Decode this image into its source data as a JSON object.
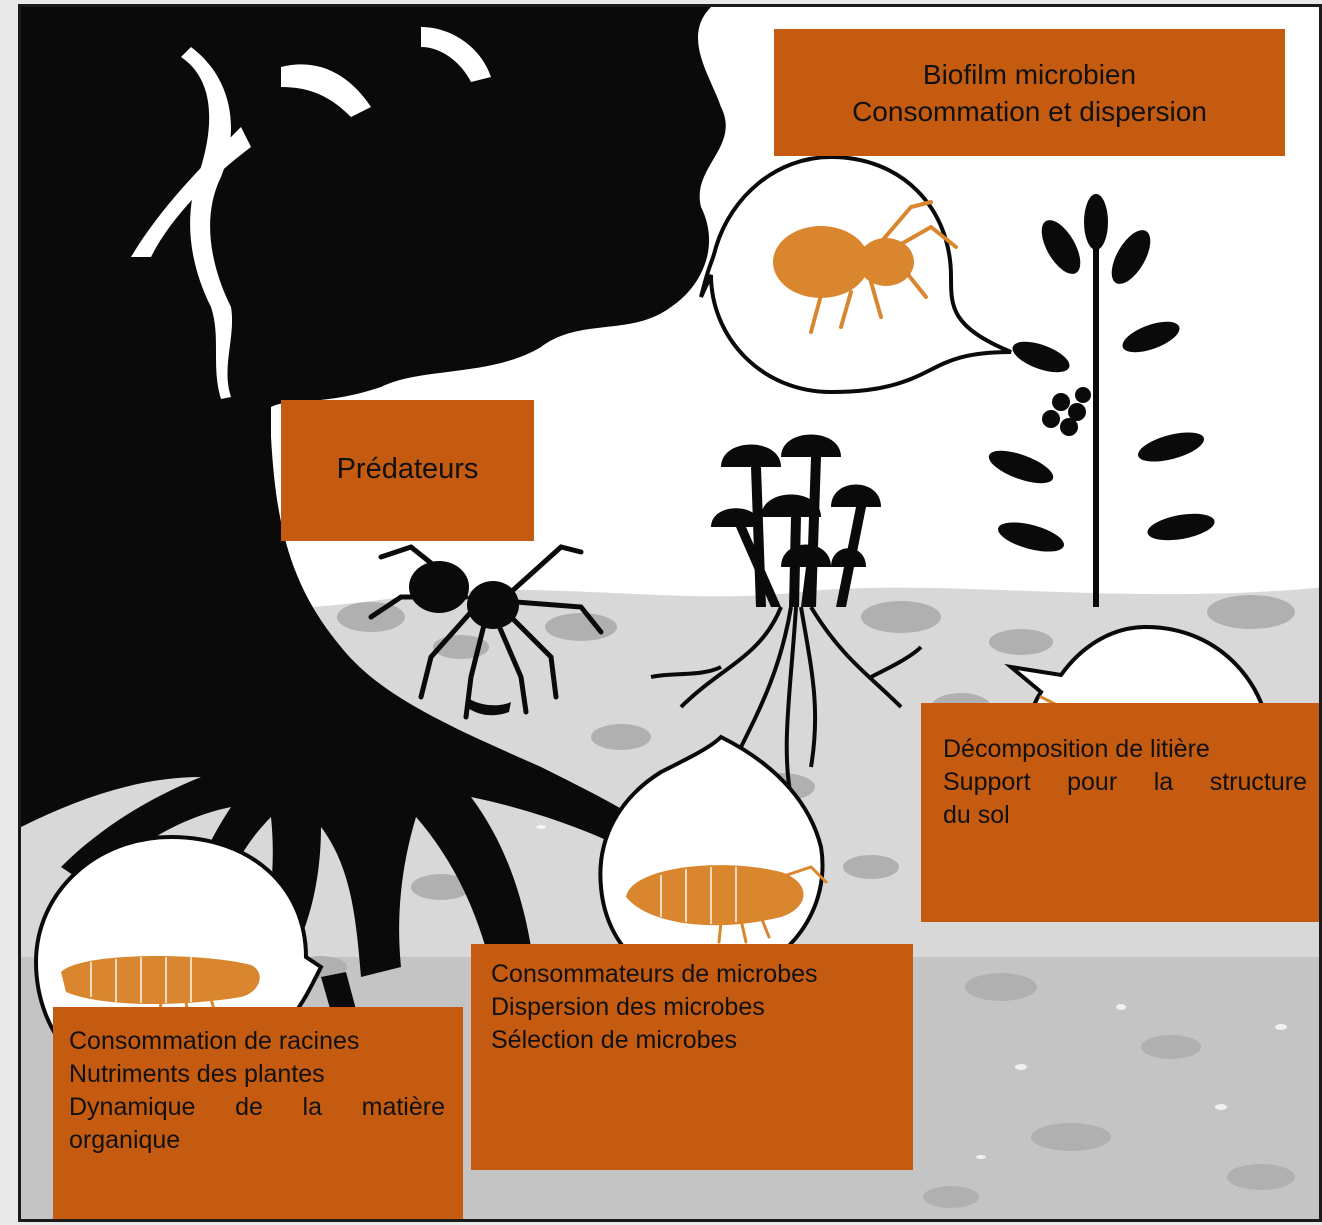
{
  "palette": {
    "orange": "#c55a11",
    "insect_orange": "#d9862f",
    "silhouette": "#0a0a0a",
    "soil_grey": "#bdbdbd"
  },
  "icons": [
    "tree-silhouette",
    "mushroom-cluster",
    "spider",
    "clover-plant",
    "springtail",
    "mite"
  ],
  "labels": {
    "biofilm": {
      "lines": [
        "Biofilm microbien",
        "Consommation et dispersion"
      ]
    },
    "predators": {
      "lines": [
        "Prédateurs"
      ]
    },
    "litter": {
      "lines": [
        "Décomposition de litière",
        "Support pour la structure",
        "du sol"
      ]
    },
    "microbes": {
      "lines": [
        "Consommateurs de microbes",
        "Dispersion des microbes",
        "Sélection de microbes"
      ]
    },
    "roots": {
      "lines": [
        "Consommation de racines",
        "Nutriments des plantes",
        "Dynamique de la matière",
        "organique"
      ]
    }
  }
}
